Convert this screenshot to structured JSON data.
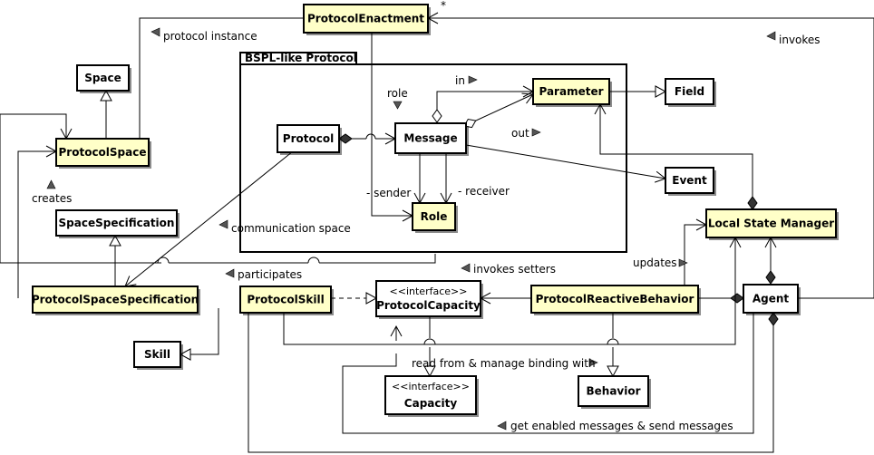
{
  "colors": {
    "highlight": "#ffffc8",
    "plain": "#ffffff",
    "line": "#000000"
  },
  "package": {
    "title": "BSPL-like Protocol"
  },
  "classes": {
    "protocol_enactment": {
      "name": "ProtocolEnactment"
    },
    "space": {
      "name": "Space"
    },
    "protocol_space": {
      "name": "ProtocolSpace"
    },
    "space_specification": {
      "name": "SpaceSpecification"
    },
    "protocol_space_specification": {
      "name": "ProtocolSpaceSpecification"
    },
    "protocol": {
      "name": "Protocol"
    },
    "message": {
      "name": "Message"
    },
    "parameter": {
      "name": "Parameter"
    },
    "role": {
      "name": "Role"
    },
    "field": {
      "name": "Field"
    },
    "event": {
      "name": "Event"
    },
    "local_state_manager": {
      "name": "Local State Manager"
    },
    "protocol_skill": {
      "name": "ProtocolSkill"
    },
    "protocol_capacity": {
      "stereotype": "<<interface>>",
      "name": "ProtocolCapacity"
    },
    "protocol_reactive_behavior": {
      "name": "ProtocolReactiveBehavior"
    },
    "agent": {
      "name": "Agent"
    },
    "skill": {
      "name": "Skill"
    },
    "capacity": {
      "stereotype": "<<interface>>",
      "name": "Capacity"
    },
    "behavior": {
      "name": "Behavior"
    }
  },
  "labels": {
    "protocol_instance": "protocol instance",
    "invokes": "invokes",
    "multiplicity_star": "*",
    "role": "role",
    "in": "in",
    "out": "out",
    "sender": "- sender",
    "receiver": "- receiver",
    "creates": "creates",
    "communication_space": "communication space",
    "participates": "participates",
    "invokes_setters": "invokes setters",
    "updates": "updates",
    "read_from_manage": "read from & manage binding with",
    "get_enabled": "get  enabled messages & send messages"
  }
}
